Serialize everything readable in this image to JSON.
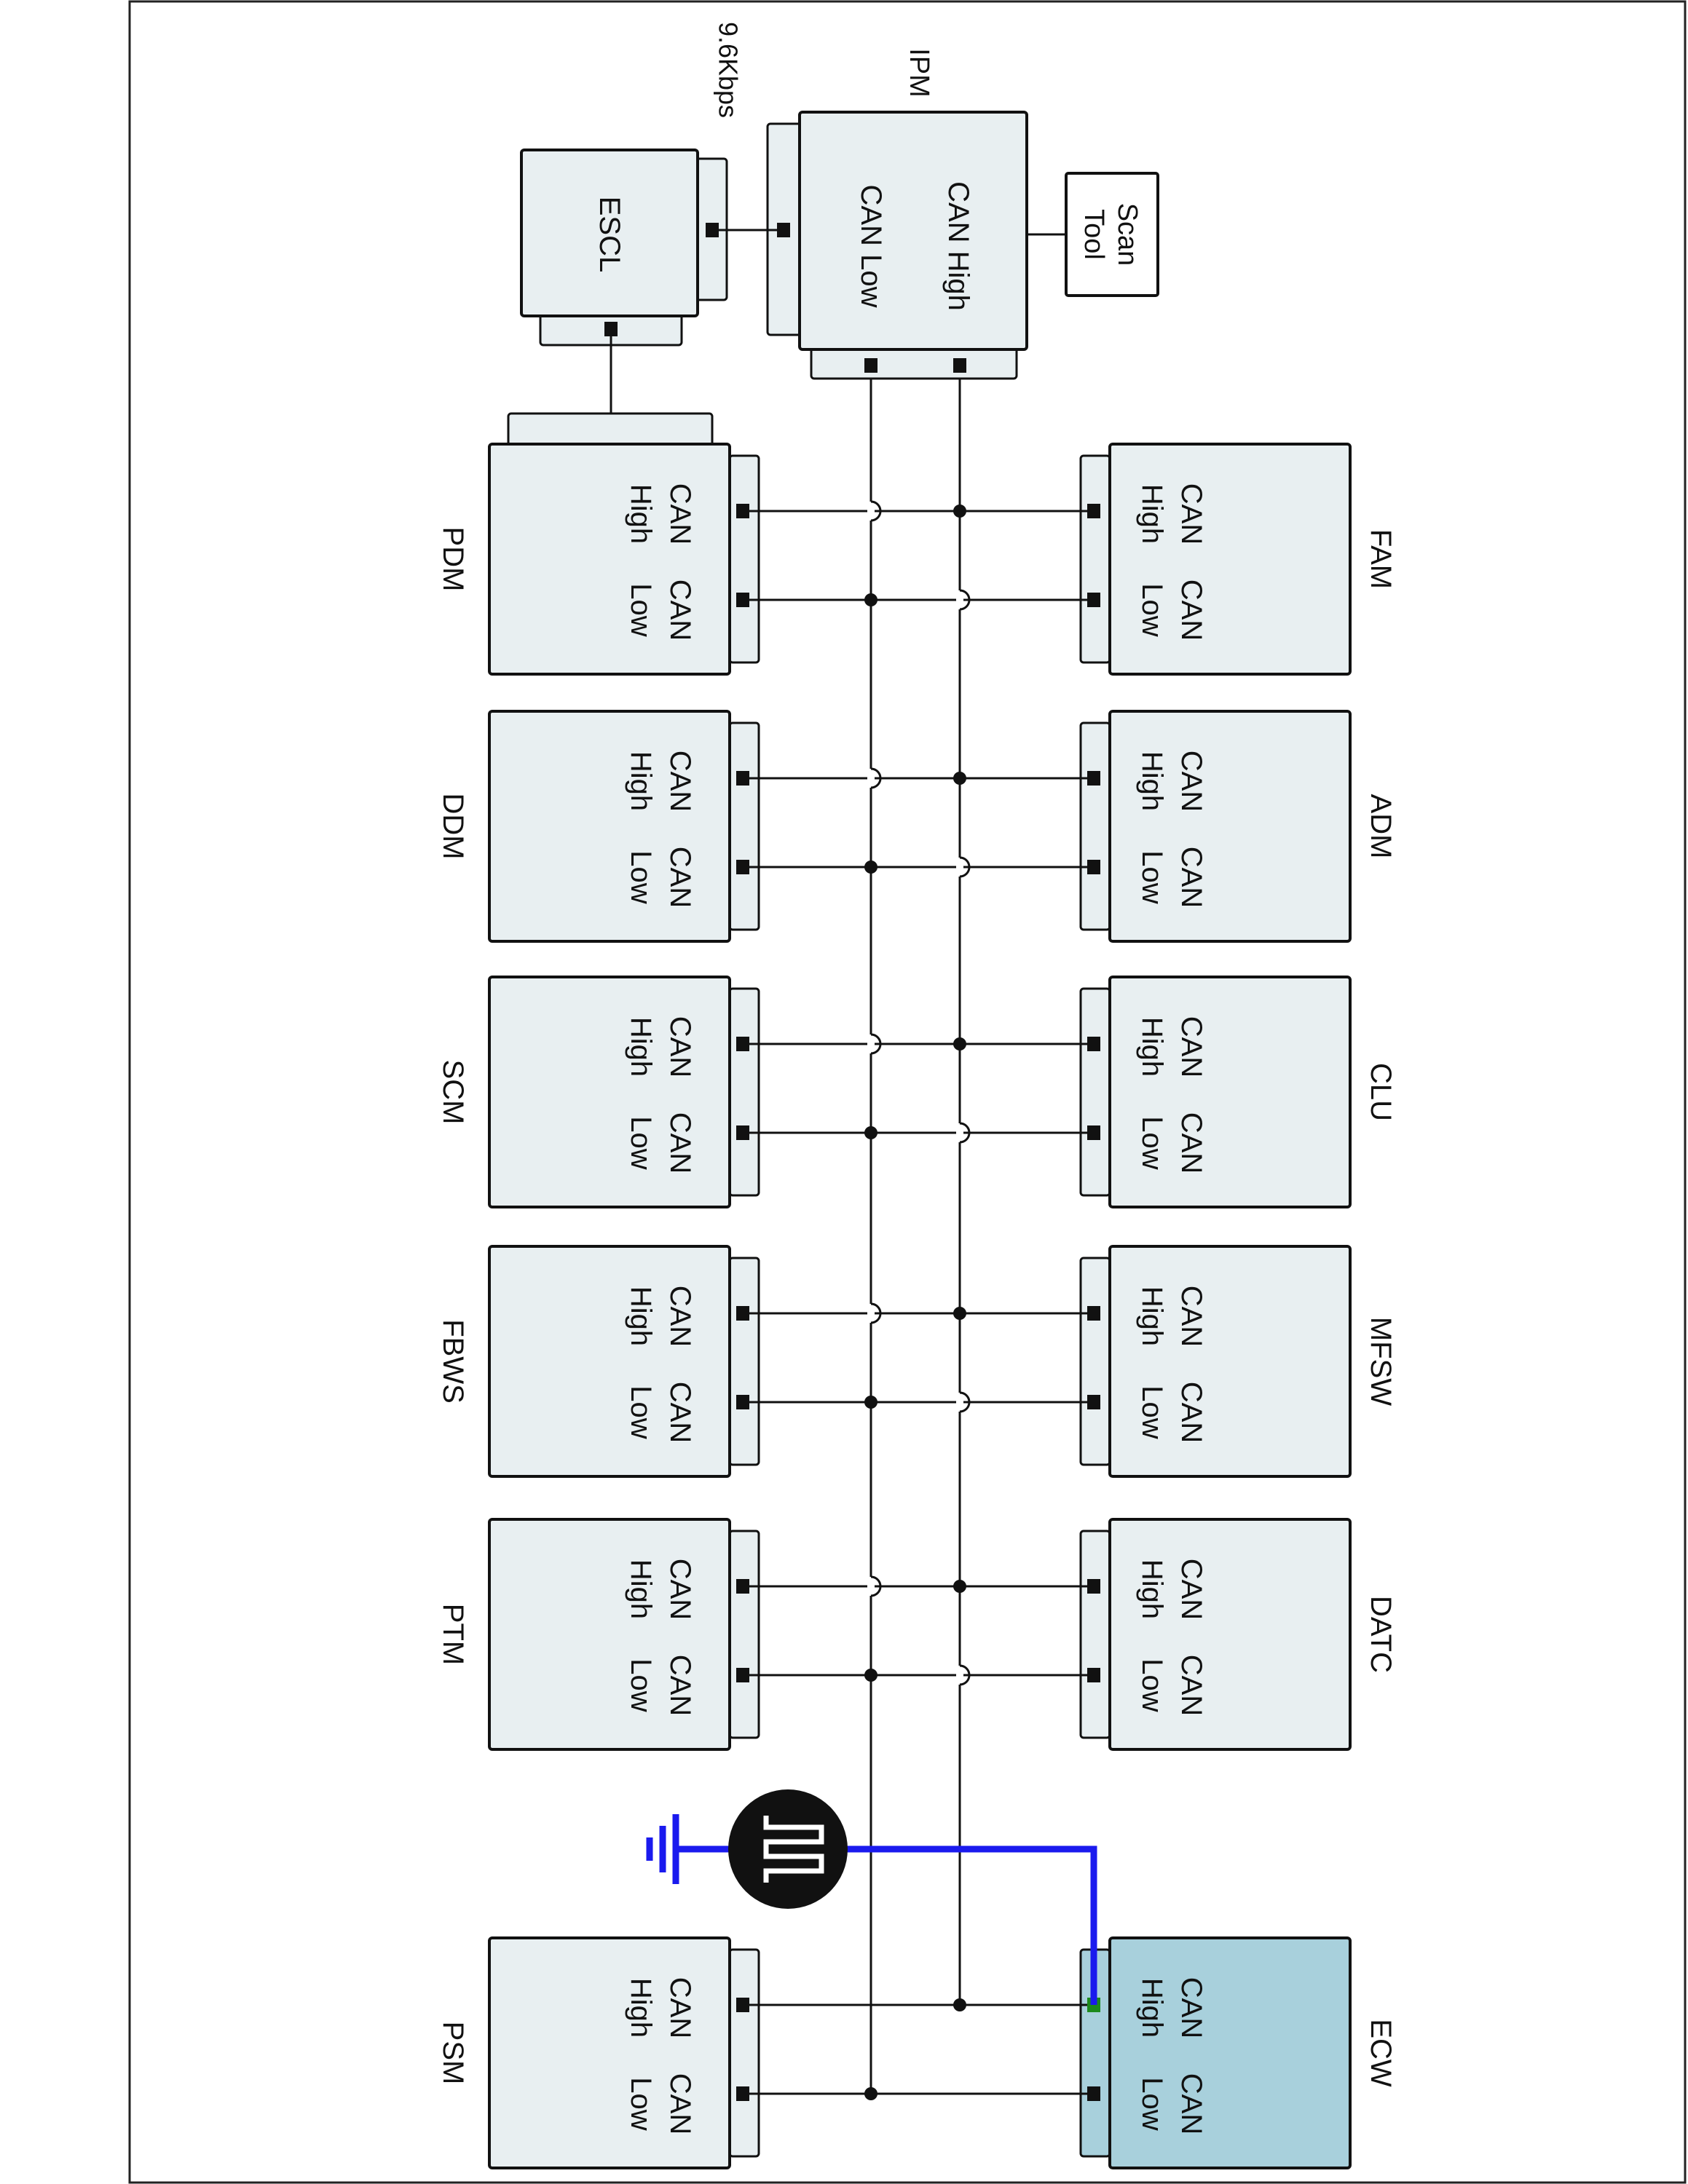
{
  "diagram": {
    "speed_label": "9.6Kbps",
    "can_high_label": "CAN High",
    "can_low_label": "CAN Low",
    "ipm": {
      "name": "IPM",
      "high": "CAN High",
      "low": "CAN Low"
    },
    "escl": {
      "name": "ESCL"
    },
    "scan_tool": {
      "line1": "Scan",
      "line2": "Tool"
    },
    "pin_can": "CAN",
    "pin_high": "High",
    "pin_low": "Low",
    "modules_left": [
      {
        "name": "PDM"
      },
      {
        "name": "DDM"
      },
      {
        "name": "SCM"
      },
      {
        "name": "FBWS"
      },
      {
        "name": "PTM"
      },
      {
        "name": "PSM"
      }
    ],
    "modules_right": [
      {
        "name": "FAM"
      },
      {
        "name": "ADM"
      },
      {
        "name": "CLU"
      },
      {
        "name": "MFSW"
      },
      {
        "name": "DATC"
      },
      {
        "name": "ECW",
        "highlighted": true
      }
    ],
    "colors": {
      "module_fill": "#e8eff1",
      "highlight_fill": "#a8d0dc",
      "line": "#111111",
      "probe": "#1a1aee",
      "probe_pin": "#1c8a1c",
      "highlight_text": "#1c8a1c"
    }
  }
}
